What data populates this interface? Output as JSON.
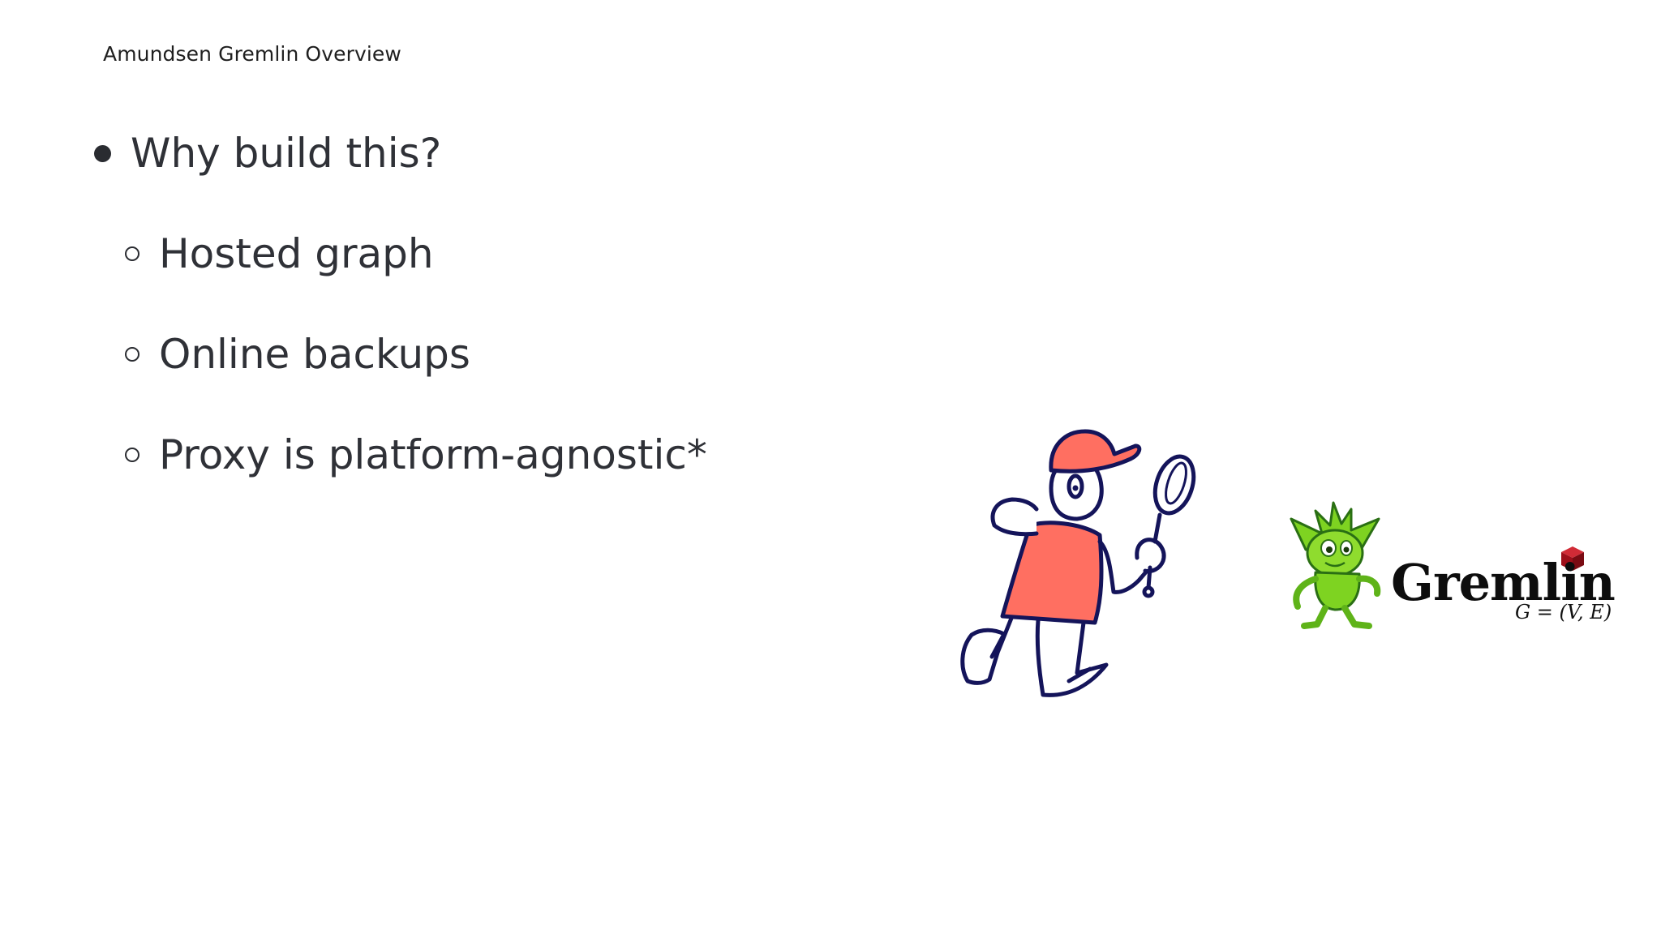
{
  "header": {
    "title": "Amundsen Gremlin Overview"
  },
  "bullets": {
    "main": "Why build this?",
    "sub": [
      "Hosted graph",
      "Online backups",
      "Proxy is platform-agnostic*"
    ]
  },
  "illustrations": {
    "explorer": "explorer-with-magnifier-illustration",
    "logo_name": "Gremlin",
    "logo_formula": "G = (V, E)"
  },
  "colors": {
    "text": "#2f3137",
    "explorer_fill": "#ff6f61",
    "explorer_outline": "#14145a",
    "gremlin_green": "#7ed321",
    "gremlin_cube": "#b3121f"
  }
}
